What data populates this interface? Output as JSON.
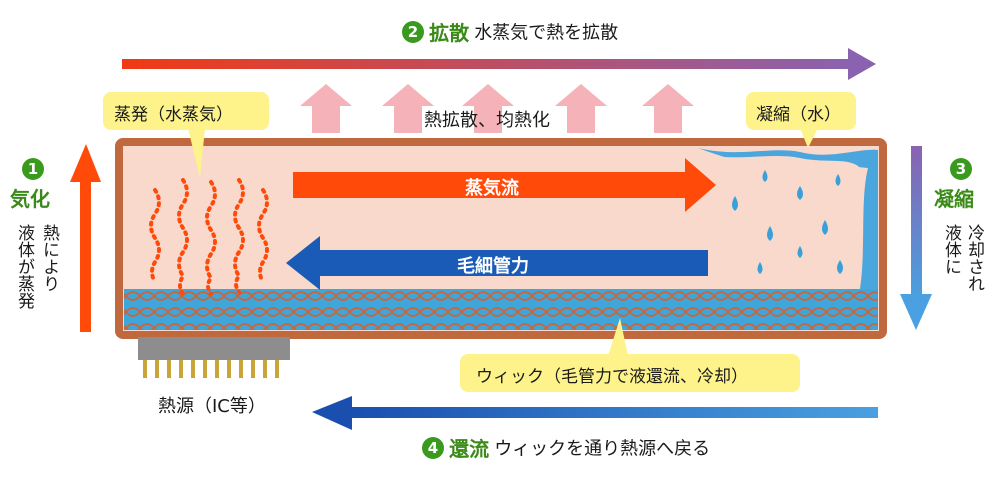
{
  "steps": {
    "diffusion": {
      "number": "2",
      "label": "拡散",
      "desc": "水蒸気で熱を拡散"
    },
    "return": {
      "number": "4",
      "label": "還流",
      "desc": "ウィックを通り熱源へ戻る"
    },
    "vaporization": {
      "number": "1",
      "label": "気化",
      "desc_col1": "熱により",
      "desc_col2": "液体が蒸発"
    },
    "condensation": {
      "number": "3",
      "label": "凝縮",
      "desc_col1": "冷却され",
      "desc_col2": "液体に"
    }
  },
  "callouts": {
    "evaporation": "蒸発（水蒸気）",
    "condensation": "凝縮（水）",
    "wick": "ウィック（毛管力で液還流、冷却）"
  },
  "labels": {
    "heat_spread": "熱拡散、均熱化",
    "vapor_flow": "蒸気流",
    "capillary": "毛細管力",
    "heat_source": "熱源（IC等）"
  },
  "colors": {
    "green": "#3a9a1e",
    "red_orange": "#ff4a0a",
    "blue": "#1a5bb8",
    "purple": "#8a62b0",
    "sky": "#4aa0e0",
    "pipe_border": "#c0683e",
    "pipe_fill": "#f8d9cc",
    "callout_fill": "#fdf38a",
    "pink_arrow": "#f5b2b8"
  }
}
